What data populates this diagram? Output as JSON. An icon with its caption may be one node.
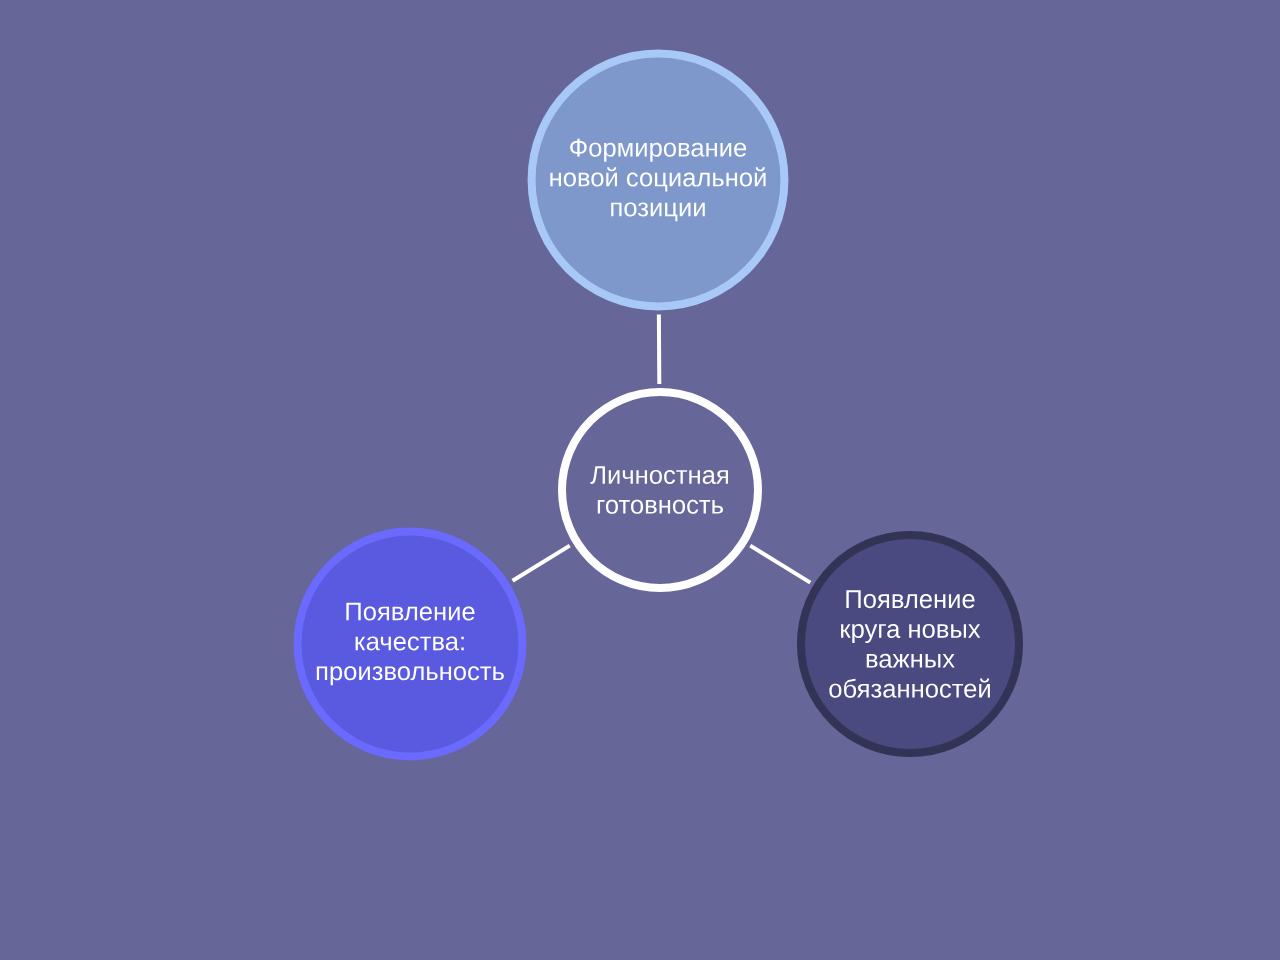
{
  "diagram": {
    "nodes": [
      {
        "text": [
          "Личностная готовность"
        ]
      },
      {
        "text": [
          "Формирование новой социальной позиции"
        ]
      },
      {
        "text": [
          "Появление качества: произвольность"
        ]
      },
      {
        "text": [
          "Появление круга новых важных обязанностей"
        ]
      }
    ],
    "edges": [
      {
        "from": 0,
        "to": 1,
        "arrow": "none"
      },
      {
        "from": 0,
        "to": 2,
        "arrow": "none"
      },
      {
        "from": 0,
        "to": 3,
        "arrow": "none"
      }
    ]
  }
}
